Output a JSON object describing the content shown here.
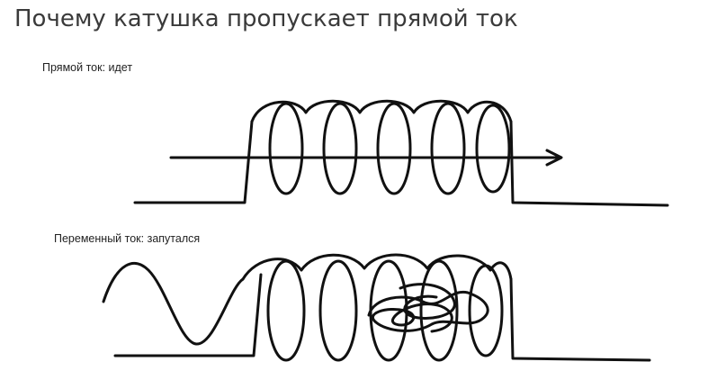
{
  "title": "Почему катушка пропускает прямой ток",
  "panels": {
    "dc_label": "Прямой ток: идет",
    "ac_label": "Переменный ток: запутался"
  },
  "colors": {
    "ink": "#111111",
    "title": "#3a3a3a"
  }
}
